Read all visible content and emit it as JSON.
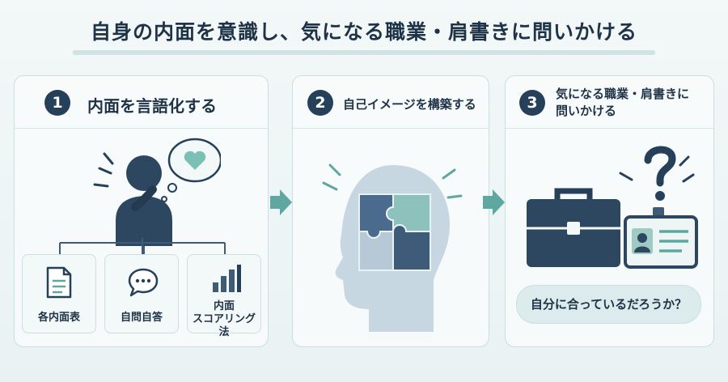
{
  "title": "自身の内面を意識し、気になる職業・肩書きに問いかける",
  "colors": {
    "navy": "#26405a",
    "slate": "#3f5b75",
    "teal": "#5fa8a1",
    "light_teal": "#9fcbc4",
    "bg": "#eef5f5",
    "border": "#c9dfe2"
  },
  "steps": [
    {
      "number": "1",
      "label": "内面を言語化する",
      "icon": "person-thinking-heart-icon",
      "tools": [
        {
          "icon": "document-icon",
          "label": "各内面表"
        },
        {
          "icon": "speech-bubble-icon",
          "label": "自問自答"
        },
        {
          "icon": "bar-chart-icon",
          "label": "内面\nスコアリング法"
        }
      ]
    },
    {
      "number": "2",
      "label": "自己イメージを構築する",
      "icon": "head-puzzle-icon"
    },
    {
      "number": "3",
      "label": "気になる職業・肩書きに\n問いかける",
      "icons": [
        "briefcase-icon",
        "id-card-icon",
        "question-mark-icon"
      ],
      "question": "自分に合っているだろうか？"
    }
  ]
}
